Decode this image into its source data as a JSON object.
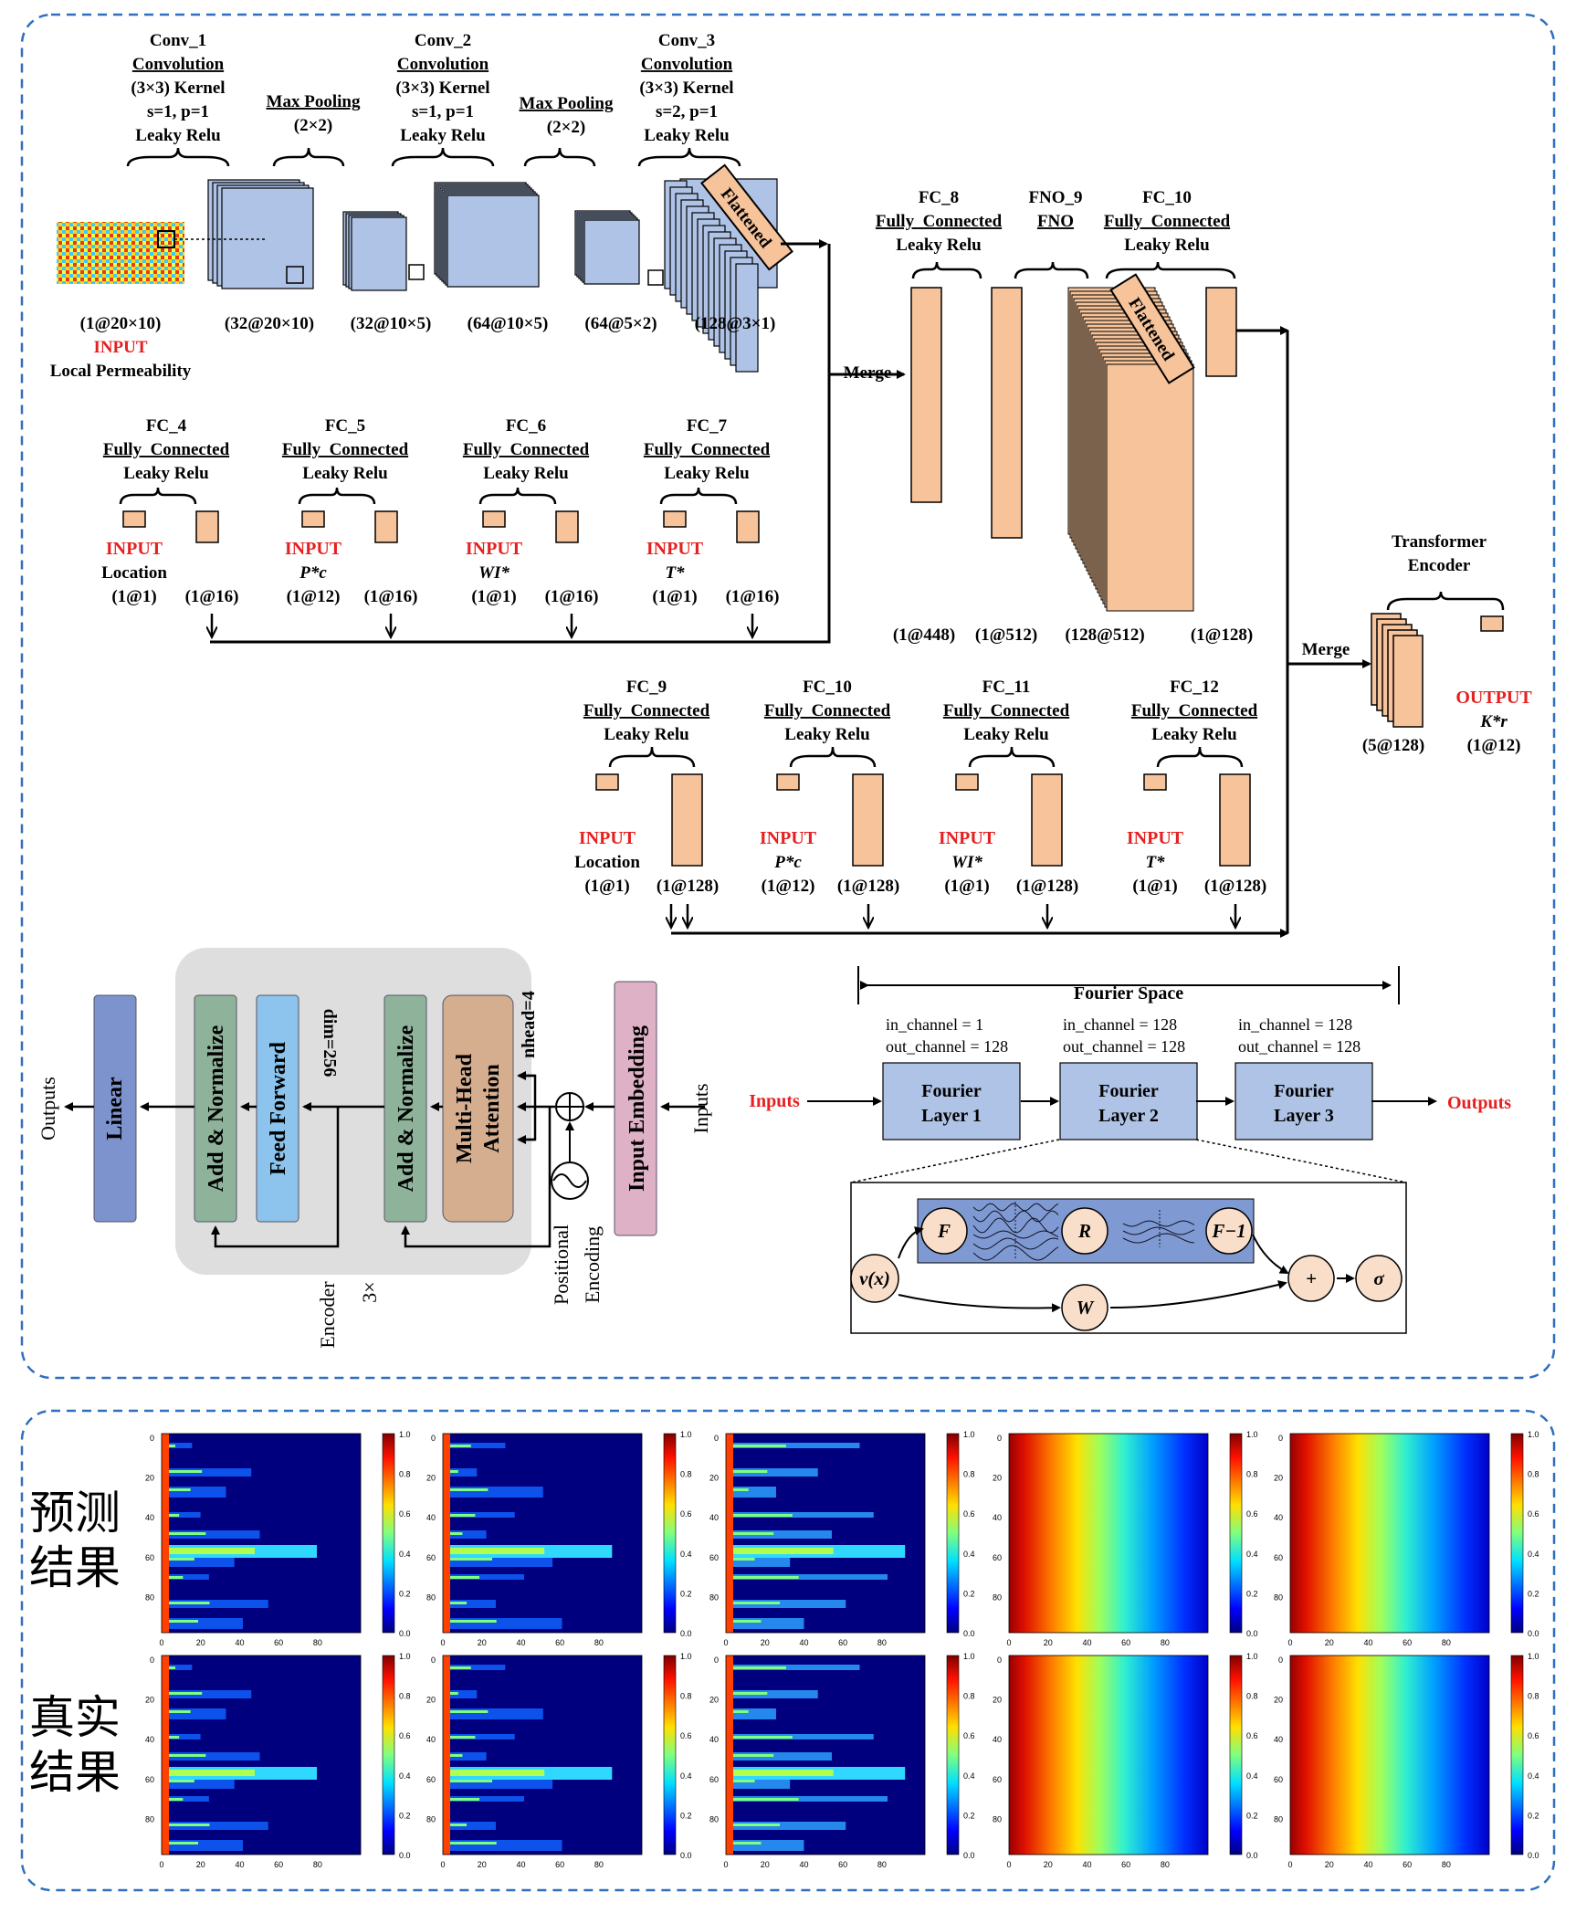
{
  "top_panel": {
    "cnn": {
      "conv1": [
        "Conv_1",
        "Convolution",
        "(3×3) Kernel",
        "s=1, p=1",
        "Leaky Relu"
      ],
      "pool1": [
        "Max Pooling",
        "(2×2)"
      ],
      "conv2": [
        "Conv_2",
        "Convolution",
        "(3×3) Kernel",
        "s=1, p=1",
        "Leaky Relu"
      ],
      "pool2": [
        "Max Pooling",
        "(2×2)"
      ],
      "conv3": [
        "Conv_3",
        "Convolution",
        "(3×3) Kernel",
        "s=2, p=1",
        "Leaky Relu"
      ],
      "flattened": "Flattened",
      "dims": [
        "(1@20×10)",
        "(32@20×10)",
        "(32@10×5)",
        "(64@10×5)",
        "(64@5×2)",
        "(128@3×1)"
      ],
      "input_label": "INPUT",
      "input_name": "Local Permeability"
    },
    "fc_small": [
      {
        "title": "FC_4",
        "sub": "Fully_Connected",
        "act": "Leaky Relu",
        "input": "INPUT",
        "name": "Location",
        "d1": "(1@1)",
        "d2": "(1@16)"
      },
      {
        "title": "FC_5",
        "sub": "Fully_Connected",
        "act": "Leaky Relu",
        "input": "INPUT",
        "name": "P*c",
        "d1": "(1@12)",
        "d2": "(1@16)"
      },
      {
        "title": "FC_6",
        "sub": "Fully_Connected",
        "act": "Leaky Relu",
        "input": "INPUT",
        "name": "WI*",
        "d1": "(1@1)",
        "d2": "(1@16)"
      },
      {
        "title": "FC_7",
        "sub": "Fully_Connected",
        "act": "Leaky Relu",
        "input": "INPUT",
        "name": "T*",
        "d1": "(1@1)",
        "d2": "(1@16)"
      }
    ],
    "merge1": "Merge",
    "fc8": [
      "FC_8",
      "Fully_Connected",
      "Leaky Relu"
    ],
    "fno9": [
      "FNO_9",
      "FNO"
    ],
    "fc10": [
      "FC_10",
      "Fully_Connected",
      "Leaky Relu"
    ],
    "mid_dims": [
      "(1@448)",
      "(1@512)",
      "(128@512)",
      "(1@128)"
    ],
    "fc_large": [
      {
        "title": "FC_9",
        "sub": "Fully_Connected",
        "act": "Leaky Relu",
        "input": "INPUT",
        "name": "Location",
        "d1": "(1@1)",
        "d2": "(1@128)"
      },
      {
        "title": "FC_10",
        "sub": "Fully_Connected",
        "act": "Leaky Relu",
        "input": "INPUT",
        "name": "P*c",
        "d1": "(1@12)",
        "d2": "(1@128)"
      },
      {
        "title": "FC_11",
        "sub": "Fully_Connected",
        "act": "Leaky Relu",
        "input": "INPUT",
        "name": "WI*",
        "d1": "(1@1)",
        "d2": "(1@128)"
      },
      {
        "title": "FC_12",
        "sub": "Fully_Connected",
        "act": "Leaky Relu",
        "input": "INPUT",
        "name": "T*",
        "d1": "(1@1)",
        "d2": "(1@128)"
      }
    ],
    "merge2": "Merge",
    "transformer": [
      "Transformer",
      "Encoder"
    ],
    "trans_dim": "(5@128)",
    "output_label": "OUTPUT",
    "output_name": "K*r",
    "output_dim": "(1@12)",
    "encoder_diagram": {
      "outputs": "Outputs",
      "linear": "Linear",
      "add_norm": "Add & Normalize",
      "feed_forward": "Feed Forward",
      "dim": "dim=256",
      "mha": [
        "Multi-Head",
        "Attention"
      ],
      "nhead": "nhead=4",
      "input_embedding": "Input Embedding",
      "inputs": "Inputs",
      "encoder": "Encoder",
      "times": "3×",
      "positional": [
        "Positional",
        "Encoding"
      ]
    },
    "fno_diagram": {
      "space": "Fourier Space",
      "channels": [
        [
          "in_channel = 1",
          "out_channel = 128"
        ],
        [
          "in_channel = 128",
          "out_channel = 128"
        ],
        [
          "in_channel = 128",
          "out_channel = 128"
        ]
      ],
      "layers": [
        [
          "Fourier",
          "Layer 1"
        ],
        [
          "Fourier",
          "Layer 2"
        ],
        [
          "Fourier",
          "Layer 3"
        ]
      ],
      "inputs": "Inputs",
      "outputs": "Outputs",
      "nodes": [
        "F",
        "R",
        "F−1",
        "v(x)",
        "W",
        "+",
        "σ"
      ]
    }
  },
  "bottom_panel": {
    "row_labels": [
      [
        "预测",
        "结果"
      ],
      [
        "真实",
        "结果"
      ]
    ],
    "y_ticks": [
      "0",
      "20",
      "40",
      "60",
      "80"
    ],
    "x_ticks": [
      "0",
      "20",
      "40",
      "60",
      "80"
    ],
    "cbar_ticks": [
      "1.0",
      "0.8",
      "0.6",
      "0.4",
      "0.2",
      "0.0"
    ],
    "colors": {
      "low": "#00007f",
      "mid": "#7fff7f",
      "high": "#7f0000"
    }
  }
}
